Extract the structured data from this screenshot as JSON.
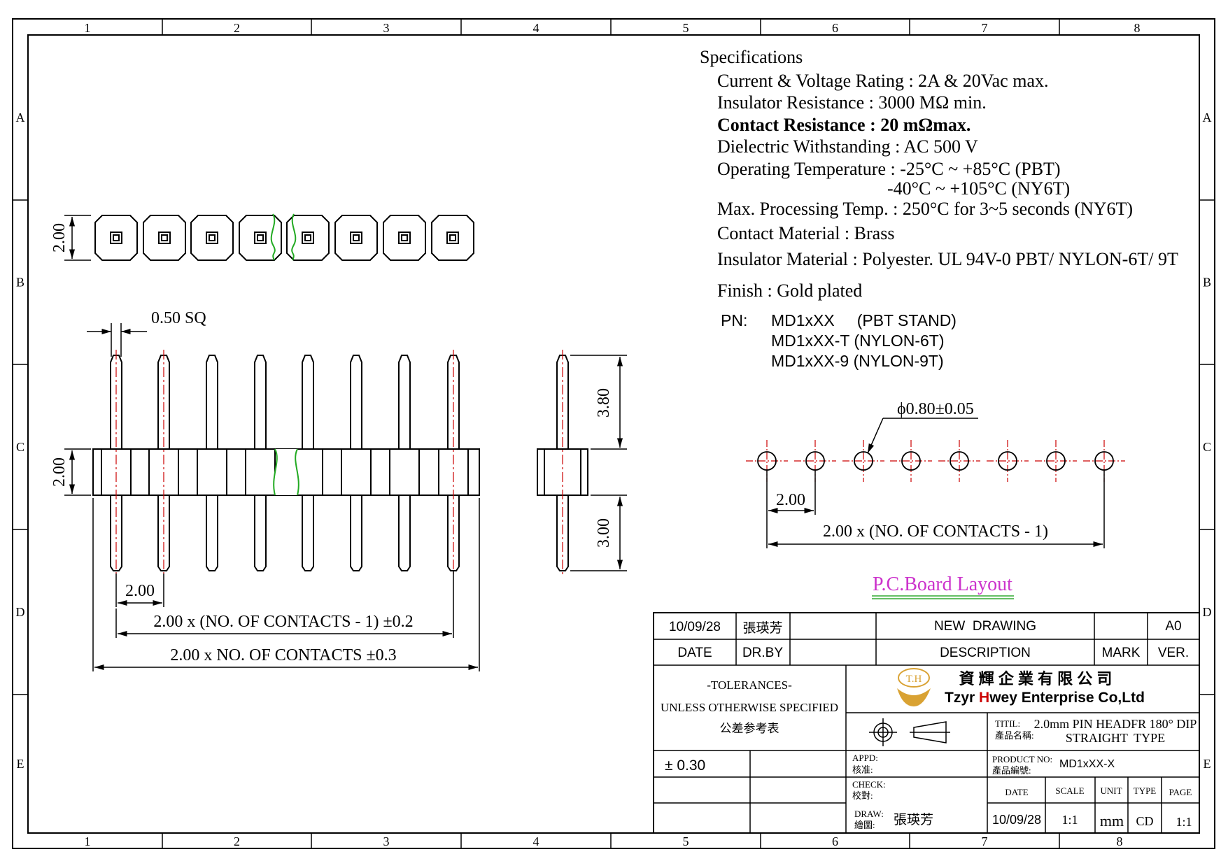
{
  "frame": {
    "col_labels": [
      "1",
      "2",
      "3",
      "4",
      "5",
      "6",
      "7",
      "8"
    ],
    "bottom_col_labels": [
      "1",
      "2",
      "3",
      "4",
      "5",
      "6",
      "7",
      "8"
    ],
    "row_labels": [
      "A",
      "B",
      "C",
      "D",
      "E"
    ]
  },
  "specs": {
    "heading": "Specifications",
    "line_current": "Current & Voltage Rating : 2A & 20Vac  max.",
    "line_insulator_res": "Insulator Resistance : 3000 MΩ  min.",
    "line_contact_res": "Contact Resistance : 20 mΩmax.",
    "line_dielectric": "Dielectric Withstanding : AC 500 V",
    "line_optemp_1": "Operating Temperature : -25°C ~ +85°C (PBT)",
    "line_optemp_2": "-40°C ~ +105°C (NY6T)",
    "line_maxproc": "Max. Processing Temp. : 250°C for 3~5 seconds (NY6T)",
    "line_contact_mat": "Contact Material : Brass",
    "line_insul_mat": "Insulator Material : Polyester. UL 94V-0  PBT/ NYLON-6T/ 9T",
    "line_finish": "Finish :  Gold plated"
  },
  "pn": {
    "label": "PN:",
    "items": [
      "MD1xXX     (PBT STAND)",
      "MD1xXX-T (NYLON-6T)",
      "MD1xXX-9 (NYLON-9T)"
    ]
  },
  "dims": {
    "top_height": "2.00",
    "pin_sq": "0.50 SQ",
    "body_height": "2.00",
    "pin_pitch": "2.00",
    "pitch_total": "2.00 x (NO.  OF  CONTACTS - 1) ±0.2",
    "overall_total": "2.00 x NO.  OF  CONTACTS ±0.3",
    "upper_pin": "3.80",
    "lower_pin": "3.00",
    "hole_dia": "ϕ0.80±0.05",
    "pcb_pitch": "2.00",
    "pcb_total": "2.00 x (NO.  OF  CONTACTS - 1)"
  },
  "pcb": {
    "label": "P.C.Board Layout",
    "label_color": "#cc33cc",
    "underline_color": "#33aa33"
  },
  "colors": {
    "centerline": "#cc0000",
    "break_line": "#22aa22"
  },
  "title_block": {
    "rev_date": "10/09/28",
    "rev_drby": "張瑛芳",
    "rev_desc": "NEW  DRAWING",
    "rev_ver": "A0",
    "hdr_date": "DATE",
    "hdr_drby": "DR.BY",
    "hdr_desc": "DESCRIPTION",
    "hdr_mark": "MARK",
    "hdr_ver": "VER.",
    "tol_title": "-TOLERANCES-",
    "tol_unless": "UNLESS OTHERWISE SPECIFIED",
    "tol_cn": "公差参考表",
    "tol_value": "± 0.30",
    "company_cn": "資 輝 企 業 有 限 公 司",
    "company_en_1": "Tzyr ",
    "company_en_2": "H",
    "company_en_3": "wey Enterprise Co,Ltd",
    "company_red": "#cc0000",
    "logo_text": "T.H",
    "logo_color": "#d9a233",
    "titil_en": "TITIL:",
    "titil_cn": "產品名稱:",
    "title_1": "2.0mm PIN HEADFR 180° DIP",
    "title_2": "STRAIGHT  TYPE",
    "appd_en": "APPD:",
    "appd_cn": "核准:",
    "product_en": "PRODUCT NO:",
    "product_cn": "產品編號:",
    "product_no": "MD1xXX-X",
    "check_en": "CHECK:",
    "check_cn": "校對:",
    "draw_en": "DRAW:",
    "draw_cn": "繪圖:",
    "draw_name": "張瑛芳",
    "col_date": "DATE",
    "col_scale": "SCALE",
    "col_unit": "UNIT",
    "col_type": "TYPE",
    "col_page": "PAGE",
    "val_date": "10/09/28",
    "val_scale": "1:1",
    "val_unit": "mm",
    "val_type": "CD",
    "val_page": "1:1"
  }
}
